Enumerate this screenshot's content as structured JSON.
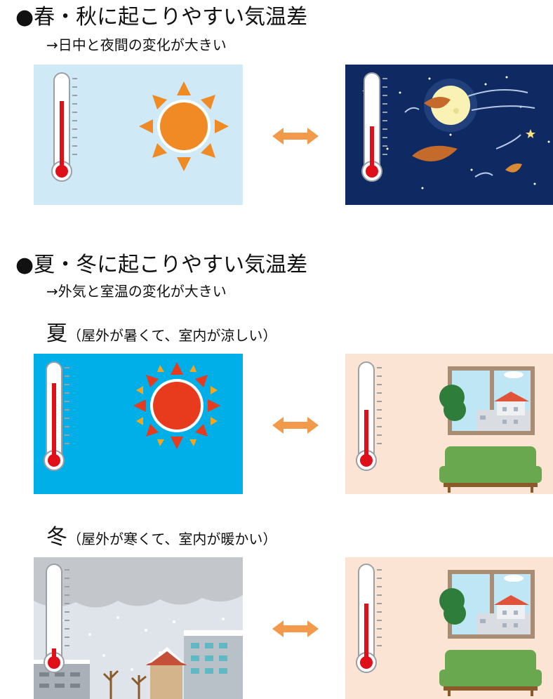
{
  "section1": {
    "heading": "●春・秋に起こりやすい気温差",
    "subheading": "→日中と夜間の変化が大きい"
  },
  "section2": {
    "heading": "●夏・冬に起こりやすい気温差",
    "subheading": "→外気と室温の変化が大きい"
  },
  "summer": {
    "label": "夏",
    "note": "（屋外が暑くて、室内が涼しい）"
  },
  "winter": {
    "label": "冬",
    "note": "（屋外が寒くて、室内が暖かい）"
  },
  "colors": {
    "arrow": "#f29a4a",
    "thermo_red": "#e0101a",
    "day_sky": "#cfe9f7",
    "night_sky": "#0f2a63",
    "summer_sky": "#00aee8",
    "room_wall": "#fbe4d3",
    "winter_sky": "#cfd3d8",
    "sofa": "#6aa84f"
  },
  "icons": {
    "double_arrow": "left-right-arrow-icon",
    "thermometer": "thermometer-icon"
  }
}
